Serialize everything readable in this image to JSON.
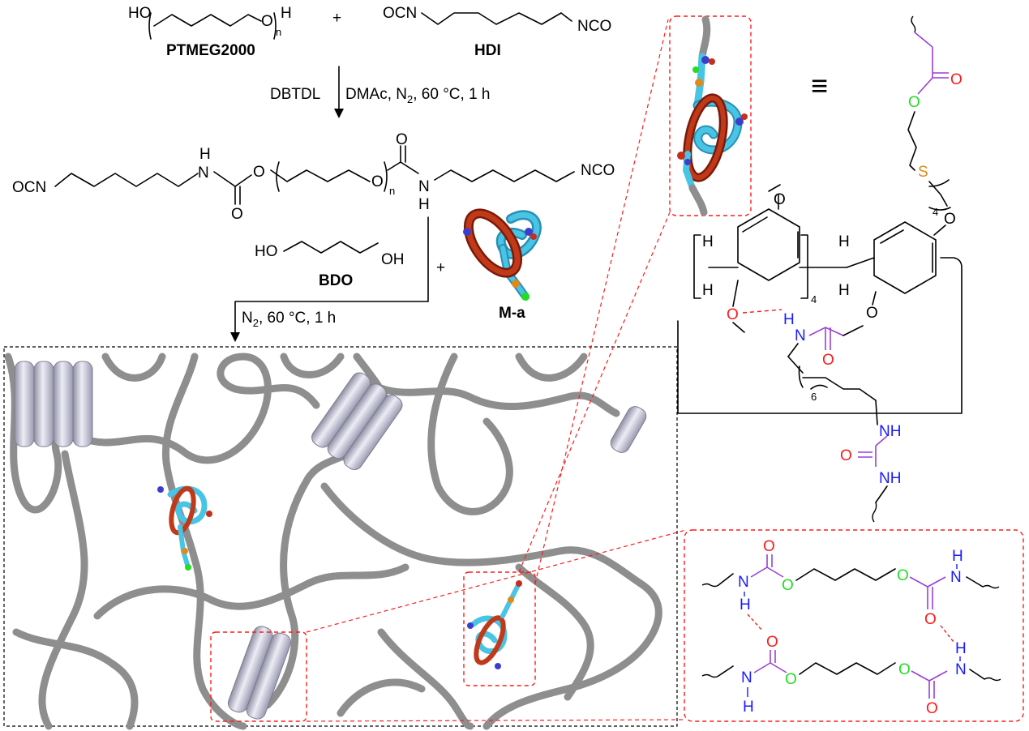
{
  "scheme": {
    "reactant1": {
      "name": "PTMEG2000",
      "ho": "HO",
      "h": "H",
      "n": "n"
    },
    "plus": "+",
    "reactant2": {
      "name": "HDI",
      "ocn": "OCN",
      "nco": "NCO"
    },
    "step1": {
      "reagent_left": "DBTDL",
      "conditions": "DMAc, N",
      "conditions_sub": "2",
      "conditions_tail": ", 60 °C, 1 h"
    },
    "prepolymer": {
      "ocn": "OCN",
      "nh_n": "N",
      "nh_h": "H",
      "o_ester": "O",
      "o_carbonyl": "O",
      "n": "n",
      "o_ether": "O",
      "c_o": "O",
      "nh2_n": "N",
      "nh2_h": "H",
      "nco": "NCO"
    },
    "bdo": {
      "name": "BDO",
      "ho": "HO",
      "oh": "OH"
    },
    "macrocycle": {
      "name": "M-a"
    },
    "step2": {
      "conditions": "N",
      "conditions_sub": "2",
      "conditions_tail": ", 60 °C, 1 h"
    }
  },
  "equivalent_symbol": "≡",
  "structure": {
    "o_top": "O",
    "carbonyl_o": "O",
    "ester_o": "O",
    "s": "S",
    "chain_sub": "4",
    "ether_o": "O",
    "h1": "H",
    "h2": "H",
    "h3": "H",
    "h4": "H",
    "repeat_sub": "4",
    "methoxy_o_top": "O",
    "methoxy_o_bottom": "O",
    "hb_h": "H",
    "amide_n": "N",
    "amide_o": "O",
    "ether_o2": "O",
    "alkyl_sub": "6",
    "urea_nh1": "NH",
    "urea_o": "O",
    "urea_nh2": "NH"
  },
  "hbond_panel": {
    "row1": {
      "o_top": "O",
      "n": "N",
      "h": "H",
      "o_ester1": "O",
      "o_ester2": "O",
      "h_top": "H",
      "n2": "N",
      "o_bottom": "O"
    },
    "row2": {
      "h_top": "H",
      "o_top": "O",
      "n": "N",
      "h": "H",
      "o_ester1": "O",
      "o_ester2": "O",
      "n2": "N",
      "o_bottom": "O"
    }
  },
  "colors": {
    "carbonyl_red": "#ff1a1a",
    "ester_green": "#22dd22",
    "nitrogen_blue": "#1a1aff",
    "carbonyl_carbon_purple": "#9a3fd6",
    "sulfur_orange": "#e08a1a",
    "ring_red": "#b03015",
    "axle_cyan": "#3fb6d6",
    "strand_gray": "#8e8e8e",
    "hard_segment": "#c9c9dc"
  }
}
